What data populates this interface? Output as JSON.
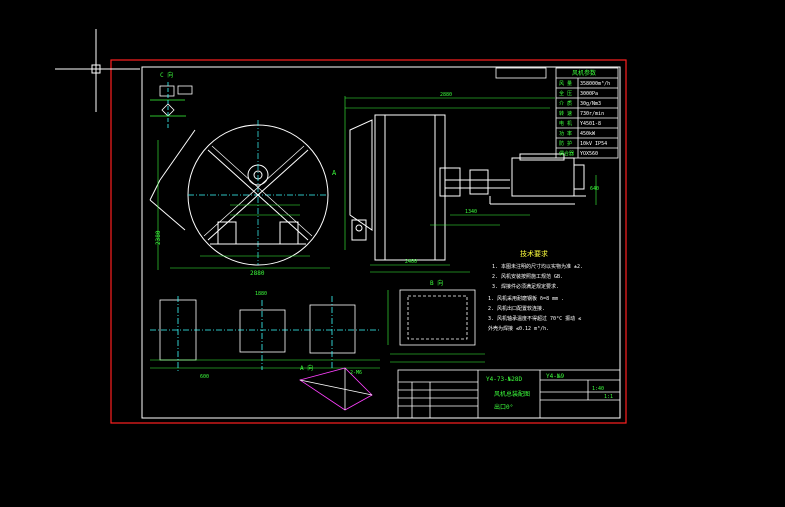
{
  "colors": {
    "background": "#000000",
    "frame": "#ff2020",
    "outline": "#ffffff",
    "dimension": "#3cff3c",
    "centerline": "#3cffff",
    "note": "#ffff3c",
    "hidden": "#ff40ff"
  },
  "icons": {
    "cursor": "crosshair-cursor-icon"
  },
  "labels": {
    "view_c": "C 向",
    "view_a": "A",
    "view_b": "B 向",
    "view_a2": "A 向",
    "detail_label": "2-M6",
    "dim_overall": "2880",
    "dim_width": "1880",
    "dim_height": "2380",
    "dim_base": "2400",
    "dim_side": "1340",
    "dim_small": "600",
    "dim_mid": "640"
  },
  "spec_table": {
    "title": "风机参数",
    "rows": [
      {
        "key": "风 量",
        "value": "358000m³/h"
      },
      {
        "key": "全 压",
        "value": "3000Pa"
      },
      {
        "key": "介 质",
        "value": "30g/Nm3"
      },
      {
        "key": "转 速",
        "value": "730r/min"
      },
      {
        "key": "电 机",
        "value": "Y4501-8"
      },
      {
        "key": "功 率",
        "value": "450kW"
      },
      {
        "key": "防 护",
        "value": "10kV IP54"
      },
      {
        "key": "偶合器",
        "value": "YOX560"
      }
    ]
  },
  "notes": {
    "title": "技术要求",
    "items": [
      "1. 本图未注明的尺寸均以实物为准 ±2.",
      "2. 风机安装按照施工规范 GB.",
      "3. 焊接件必须满足规定要求."
    ],
    "items2": [
      "1. 风机采用耐磨钢板 δ=8 mm .",
      "2. 风机出口配置软连接.",
      "3. 风机轴承温度不得超过 70°C 振动 ≤",
      "   外壳为焊接 ≤0.12 m³/h."
    ]
  },
  "title_block": {
    "drawing_no": "Y4-73-№28D",
    "part_name": "风机总装配图",
    "code": "Y4-№9",
    "angle": "出口0°",
    "scale": "1:40",
    "sheet": "1:1"
  }
}
